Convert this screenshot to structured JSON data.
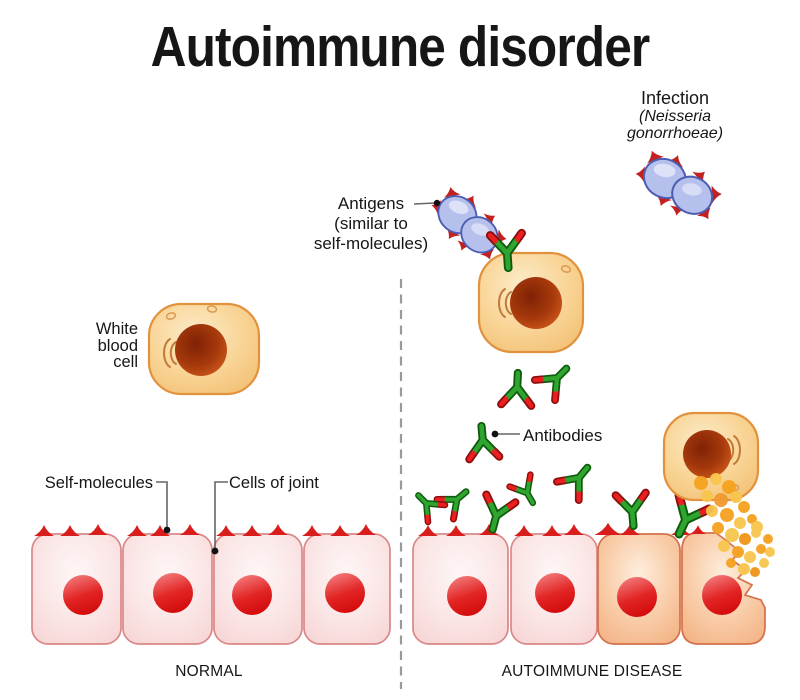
{
  "title": "Autoimmune disorder",
  "labels": {
    "infection": {
      "name": "Infection",
      "species_line1": "(Neisseria",
      "species_line2": "gonorrhoeae)"
    },
    "antigens": {
      "line1": "Antigens",
      "line2": "(similar to",
      "line3": "self-molecules)"
    },
    "white_blood_cell": {
      "line1": "White",
      "line2": "blood",
      "line3": "cell"
    },
    "self_molecules": "Self-molecules",
    "cells_of_joint": "Cells of joint",
    "antibodies": "Antibodies"
  },
  "panels": {
    "left_caption": "NORMAL",
    "right_caption": "AUTOIMMUNE DISEASE"
  },
  "colors": {
    "background": "#ffffff",
    "text": "#161616",
    "divider_dash": "#9a9a9a",
    "joint_cell_pink": "#fbe7e7",
    "joint_cell_pink_outline": "#d98888",
    "joint_cell_inflamed": "#f9cda9",
    "joint_cell_inflamed_outline": "#d3714a",
    "cell_nucleus_red": "#d90f0f",
    "self_molecule_spike_red": "#d91d1d",
    "white_blood_cell_body": "#f9d597",
    "white_blood_cell_outline": "#e2923d",
    "white_blood_cell_nucleus_dark": "#7f2205",
    "white_blood_cell_nucleus_bright": "#d55d1e",
    "bacterium_fill": "#b6c0ec",
    "bacterium_outline": "#4c5cb0",
    "antibody_green": "#2fa52f",
    "antibody_outline_green": "#0d5c0d",
    "antibody_tip_red": "#ea2020",
    "granule_orange": "#f5a21f",
    "granule_yellow": "#f8c64e",
    "leader_line": "#666666",
    "leader_dot": "#111111"
  }
}
